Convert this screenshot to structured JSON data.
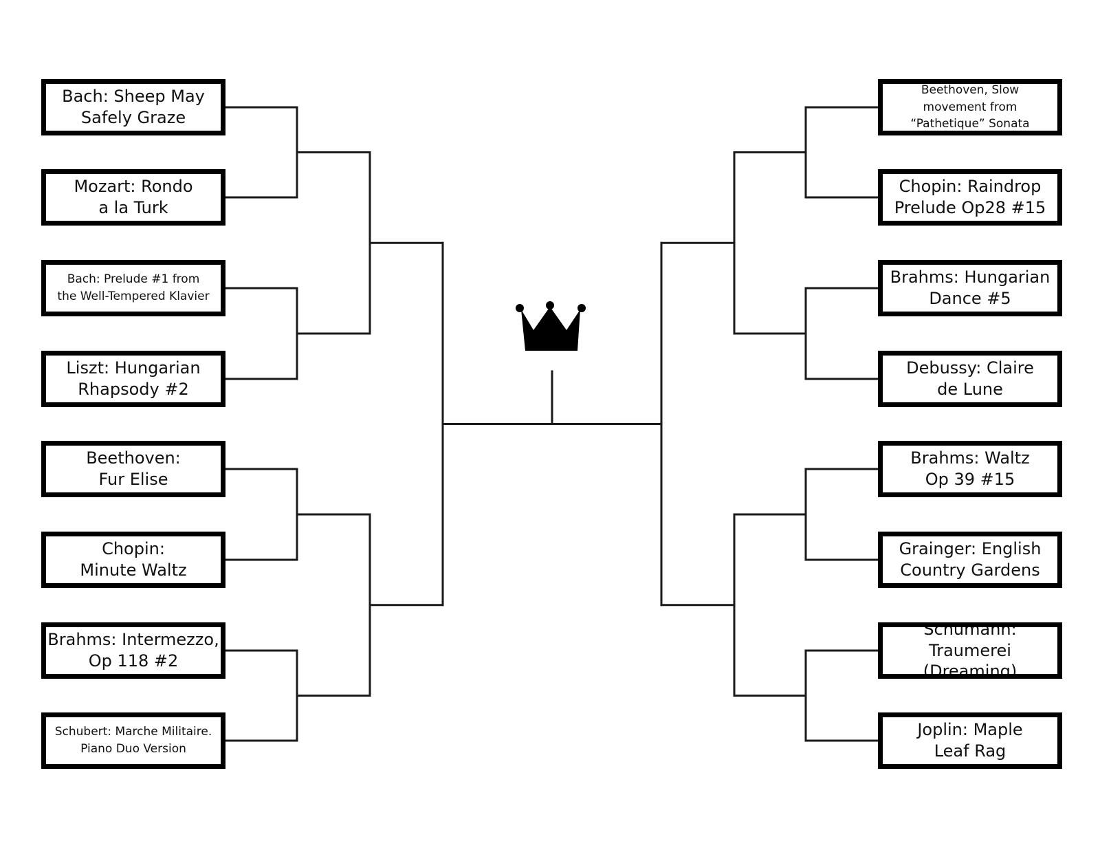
{
  "colors": {
    "line": "#1a1a1a",
    "border": "#000000",
    "background": "#ffffff"
  },
  "center_icon": "crown-icon",
  "left_entries": [
    {
      "label": "Bach: Sheep May\nSafely Graze",
      "size": "large"
    },
    {
      "label": "Mozart: Rondo\na la Turk",
      "size": "large"
    },
    {
      "label": "Bach: Prelude #1 from\nthe Well-Tempered Klavier",
      "size": "small"
    },
    {
      "label": "Liszt: Hungarian\nRhapsody #2",
      "size": "large"
    },
    {
      "label": "Beethoven:\nFur Elise",
      "size": "large"
    },
    {
      "label": "Chopin:\nMinute Waltz",
      "size": "large"
    },
    {
      "label": "Brahms: Intermezzo,\nOp 118 #2",
      "size": "large"
    },
    {
      "label": "Schubert: Marche Militaire.\nPiano Duo Version",
      "size": "small"
    }
  ],
  "right_entries": [
    {
      "label": "Beethoven, Slow\nmovement from\n“Pathetique” Sonata",
      "size": "small"
    },
    {
      "label": "Chopin: Raindrop\nPrelude Op28 #15",
      "size": "large"
    },
    {
      "label": "Brahms: Hungarian\nDance #5",
      "size": "large"
    },
    {
      "label": "Debussy: Claire\nde Lune",
      "size": "large"
    },
    {
      "label": "Brahms: Waltz\nOp 39 #15",
      "size": "large"
    },
    {
      "label": "Grainger: English\nCountry Gardens",
      "size": "large"
    },
    {
      "label": "Schumann:\nTraumerei (Dreaming)",
      "size": "large"
    },
    {
      "label": "Joplin: Maple\nLeaf Rag",
      "size": "large"
    }
  ]
}
